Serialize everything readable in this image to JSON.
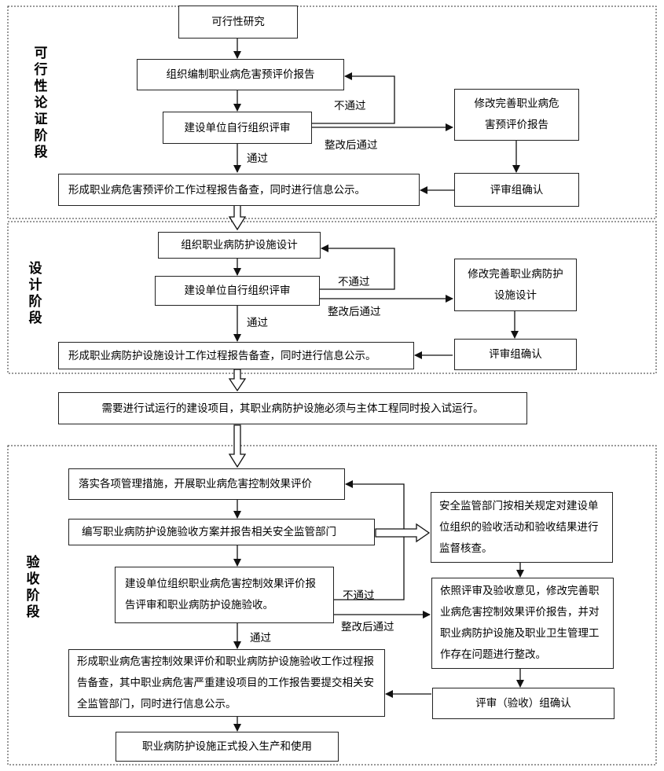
{
  "stages": {
    "feasibility": "可行性论证阶段",
    "design": "设计阶段",
    "acceptance": "验收阶段"
  },
  "feasibility": {
    "study": "可行性研究",
    "compile_report": "组织编制职业病危害预评价报告",
    "self_review": "建设单位自行组织评审",
    "revise": "修改完善职业病危害预评价报告",
    "confirm": "评审组确认",
    "filing": "形成职业病危害预评价工作过程报告备查，同时进行信息公示。",
    "fail": "不通过",
    "pass_after_fix": "整改后通过",
    "pass": "通过"
  },
  "design": {
    "organize_design": "组织职业病防护设施设计",
    "self_review": "建设单位自行组织评审",
    "revise": "修改完善职业病防护设施设计",
    "confirm": "评审组确认",
    "filing": "形成职业病防护设施设计工作过程报告备查，同时进行信息公示。",
    "fail": "不通过",
    "pass_after_fix": "整改后通过",
    "pass": "通过"
  },
  "trial_run": "需要进行试运行的建设项目，其职业病防护设施必须与主体工程同时投入试运行。",
  "acceptance": {
    "implement": "落实各项管理措施，开展职业病危害控制效果评价",
    "compile_plan": "编写职业病防护设施验收方案并报告相关安全监管部门",
    "supervision": "安全监管部门按相关规定对建设单位组织的验收活动和验收结果进行监督核查。",
    "self_review": "建设单位组织职业病危害控制效果评价报告评审和职业病防护设施验收。",
    "revise": "依照评审及验收意见，修改完善职业病危害控制效果评价报告，并对职业病防护设施及职业卫生管理工作存在问题进行整改。",
    "filing": "形成职业病危害控制效果评价和职业病防护设施验收工作过程报告备查，其中职业病危害严重建设项目的工作报告要提交相关安全监管部门，同时进行信息公示。",
    "confirm": "评审（验收）组确认",
    "production": "职业病防护设施正式投入生产和使用",
    "fail": "不通过",
    "pass_after_fix": "整改后通过",
    "pass": "通过"
  }
}
